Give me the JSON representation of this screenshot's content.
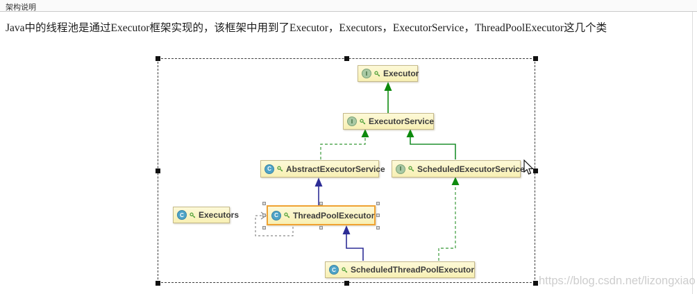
{
  "header": {
    "title": "架构说明"
  },
  "intro": {
    "text": "Java中的线程池是通过Executor框架实现的，该框架中用到了Executor，Executors，ExecutorService，ThreadPoolExecutor这几个类"
  },
  "diagram": {
    "selected_node": "ThreadPoolExecutor",
    "nodes": [
      {
        "id": "executor",
        "label": "Executor",
        "kind": "interface",
        "badge": "I"
      },
      {
        "id": "executor-service",
        "label": "ExecutorService",
        "kind": "interface",
        "badge": "I"
      },
      {
        "id": "abstract-executor-service",
        "label": "AbstractExecutorService",
        "kind": "class",
        "badge": "C"
      },
      {
        "id": "scheduled-executor-service",
        "label": "ScheduledExecutorService",
        "kind": "interface",
        "badge": "I"
      },
      {
        "id": "executors",
        "label": "Executors",
        "kind": "class",
        "badge": "C"
      },
      {
        "id": "thread-pool-executor",
        "label": "ThreadPoolExecutor",
        "kind": "class",
        "badge": "C",
        "selected": true
      },
      {
        "id": "scheduled-thread-pool-executor",
        "label": "ScheduledThreadPoolExecutor",
        "kind": "class",
        "badge": "C"
      }
    ],
    "edges": [
      {
        "from": "ExecutorService",
        "to": "Executor",
        "relation": "extends",
        "line": "solid",
        "color": "#0d8a0d"
      },
      {
        "from": "AbstractExecutorService",
        "to": "ExecutorService",
        "relation": "implements",
        "line": "dashed",
        "color": "#55a855"
      },
      {
        "from": "ScheduledExecutorService",
        "to": "ExecutorService",
        "relation": "extends",
        "line": "solid",
        "color": "#0d8a0d"
      },
      {
        "from": "ThreadPoolExecutor",
        "to": "AbstractExecutorService",
        "relation": "extends",
        "line": "solid",
        "color": "#2d2d96"
      },
      {
        "from": "ScheduledThreadPoolExecutor",
        "to": "ThreadPoolExecutor",
        "relation": "extends",
        "line": "solid",
        "color": "#2d2d96"
      },
      {
        "from": "ScheduledThreadPoolExecutor",
        "to": "ScheduledExecutorService",
        "relation": "implements",
        "line": "dashed",
        "color": "#55a855"
      },
      {
        "from": "ThreadPoolExecutor",
        "to": "ThreadPoolExecutor",
        "relation": "dependency",
        "line": "dashed",
        "color": "#8a8a8a"
      }
    ],
    "colors": {
      "node_fill": "#f9f2b8",
      "node_border": "#c6ba8a",
      "selected_border": "#f0a232"
    }
  },
  "watermark": {
    "text": "https://blog.csdn.net/lizongxiao"
  }
}
